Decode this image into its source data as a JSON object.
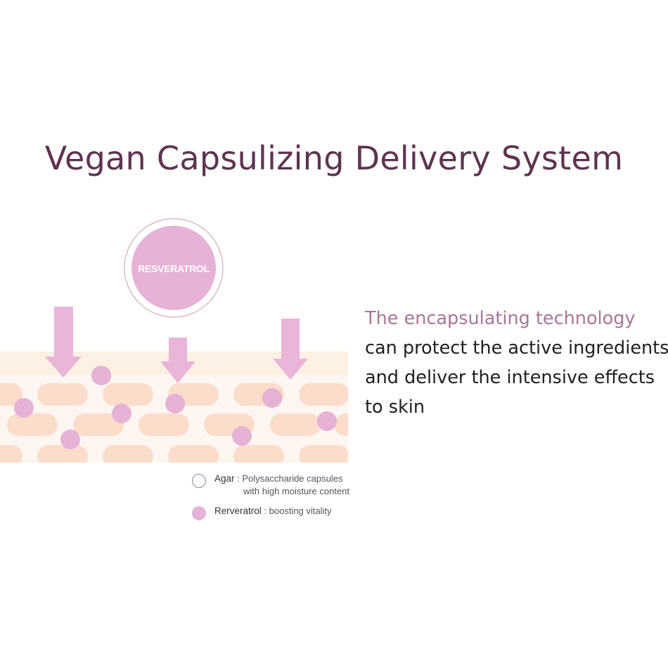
{
  "title": "Vegan Capsulizing Delivery System",
  "diagram": {
    "capsule_label": "RESVERATROL",
    "colors": {
      "title": "#5e3350",
      "accent_text": "#a8769a",
      "resveratrol_pink": "#e6b2d6",
      "arrow_pink": "#e9b5d9",
      "skin_cell": "#fcdccb",
      "skin_band": "#fdf1e3"
    }
  },
  "legend": {
    "items": [
      {
        "name": "Agar",
        "description_line1": ": Polysaccharide capsules",
        "description_line2": "with high moisture content",
        "icon": "outlined-circle-icon"
      },
      {
        "name": "Rerveratrol",
        "description_line1": ": boosting vitality",
        "icon": "filled-pink-circle-icon"
      }
    ]
  },
  "description": {
    "lead": "The encapsulating technology",
    "lines": [
      "can protect the active ingredients",
      "and deliver the intensive effects",
      "to skin"
    ]
  }
}
